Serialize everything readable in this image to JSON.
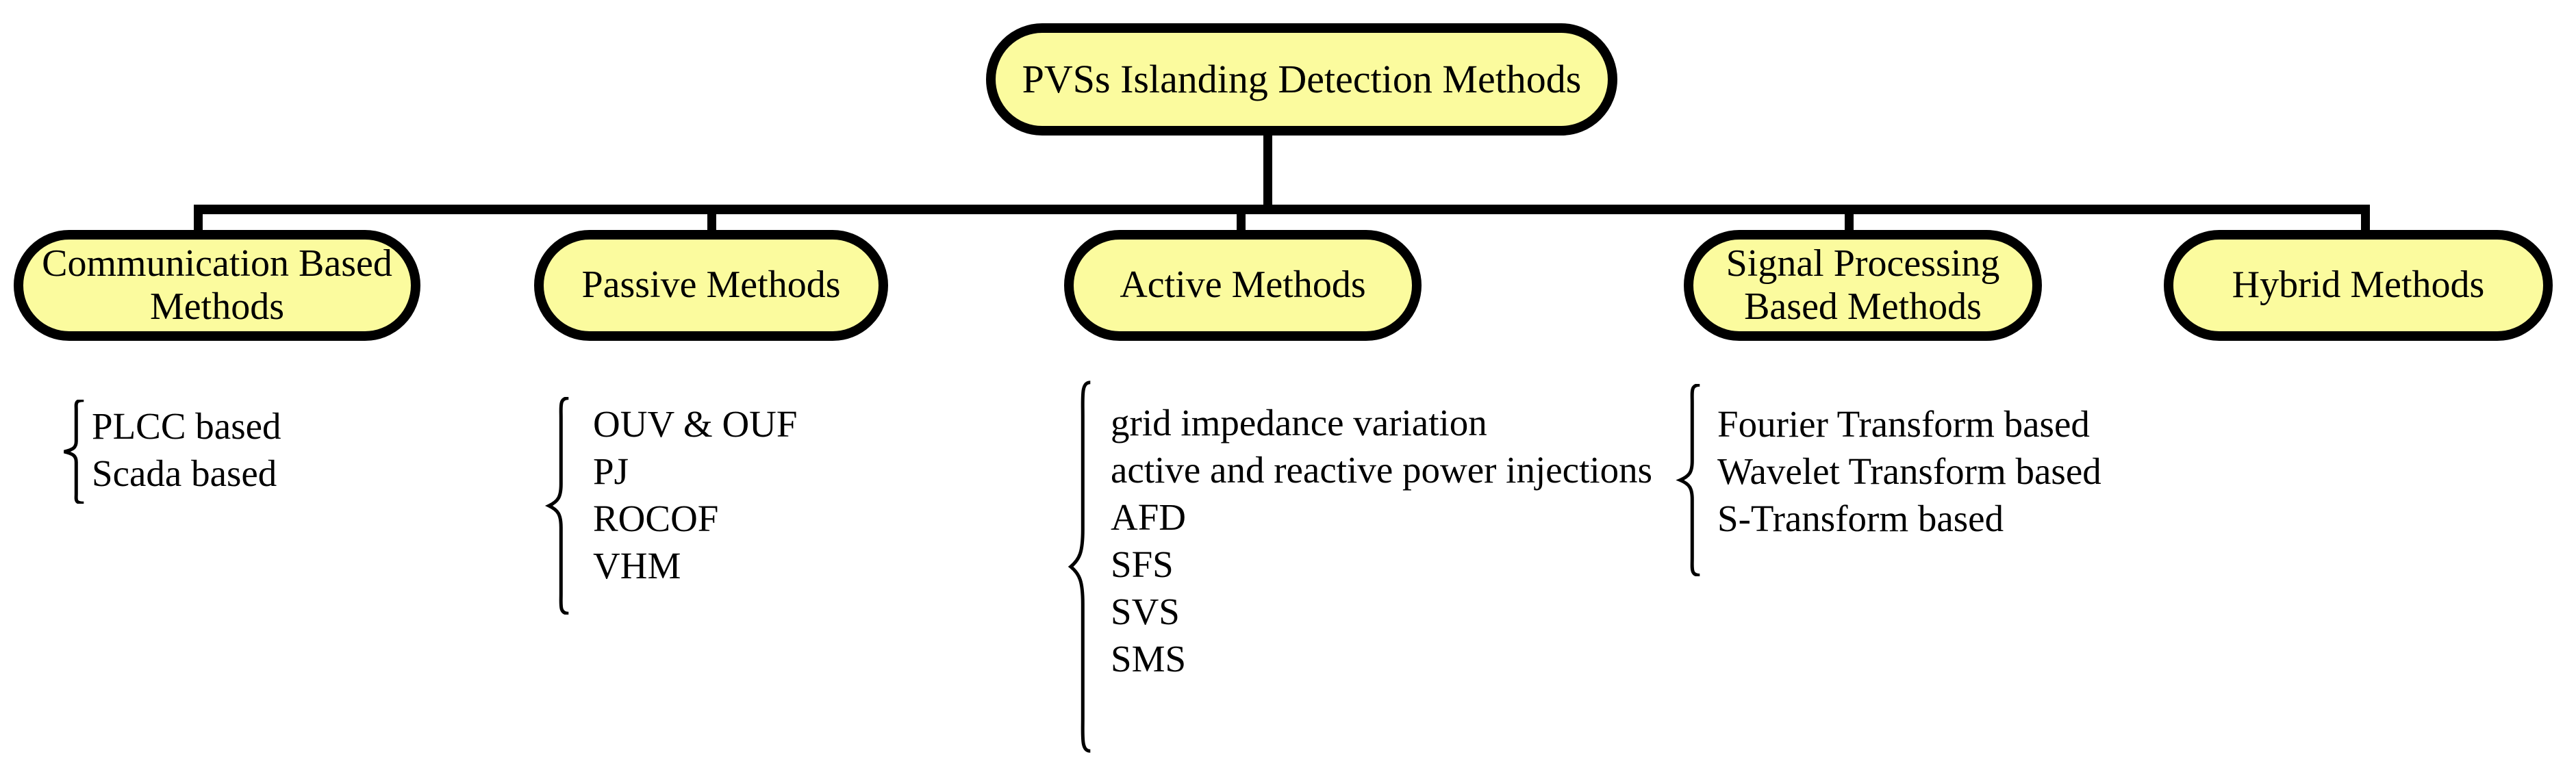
{
  "diagram": {
    "root": {
      "label": "PVSs Islanding Detection Methods"
    },
    "branches": [
      {
        "label": "Communication Based Methods",
        "items": [
          "PLCC based",
          "Scada based"
        ]
      },
      {
        "label": "Passive Methods",
        "items": [
          "OUV & OUF",
          "PJ",
          "ROCOF",
          "VHM"
        ]
      },
      {
        "label": "Active Methods",
        "items": [
          "grid impedance variation",
          "active and reactive power injections",
          "AFD",
          "SFS",
          "SVS",
          "SMS"
        ]
      },
      {
        "label": "Signal Processing Based Methods",
        "items": [
          "Fourier Transform based",
          "Wavelet Transform based",
          "S-Transform based"
        ]
      },
      {
        "label": "Hybrid Methods",
        "items": []
      }
    ],
    "colors": {
      "node_fill": "#FBFB9E",
      "node_border": "#000000",
      "background": "#FFFFFF",
      "text": "#000000"
    }
  }
}
